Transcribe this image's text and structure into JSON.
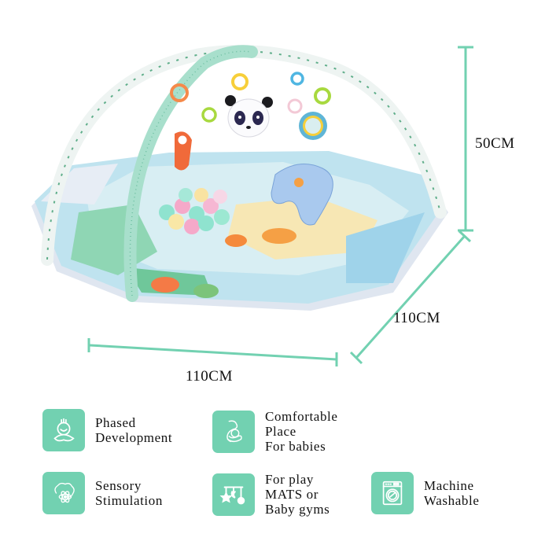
{
  "product": {
    "name": "Baby play gym mat with arch, hanging toys, panda, mirror, ball pit and pillow",
    "image_description": "Octagonal padded baby play mat with jungle/animal print, two crossing arches with leaf print, hanging rings, panda plush, mirror toy, pastel balls and tummy-time pillow"
  },
  "dimensions": {
    "height": "50CM",
    "width": "110CM",
    "depth": "110CM",
    "line_color": "#72d1b1"
  },
  "features": [
    {
      "icon": "baby-face-icon",
      "lines": [
        "Phased",
        "Development"
      ]
    },
    {
      "icon": "mother-holding-baby-icon",
      "lines": [
        "Comfortable",
        "Place",
        "For babies"
      ]
    },
    {
      "icon": "brain-atom-icon",
      "lines": [
        "Sensory",
        "Stimulation"
      ]
    },
    {
      "icon": "baby-mobile-icon",
      "lines": [
        "For play",
        "MATS or",
        "Baby gyms"
      ]
    },
    {
      "icon": "washing-machine-icon",
      "lines": [
        "Machine",
        "Washable"
      ]
    }
  ],
  "colors": {
    "accent": "#72d1b1",
    "text": "#111111",
    "background": "#ffffff"
  }
}
